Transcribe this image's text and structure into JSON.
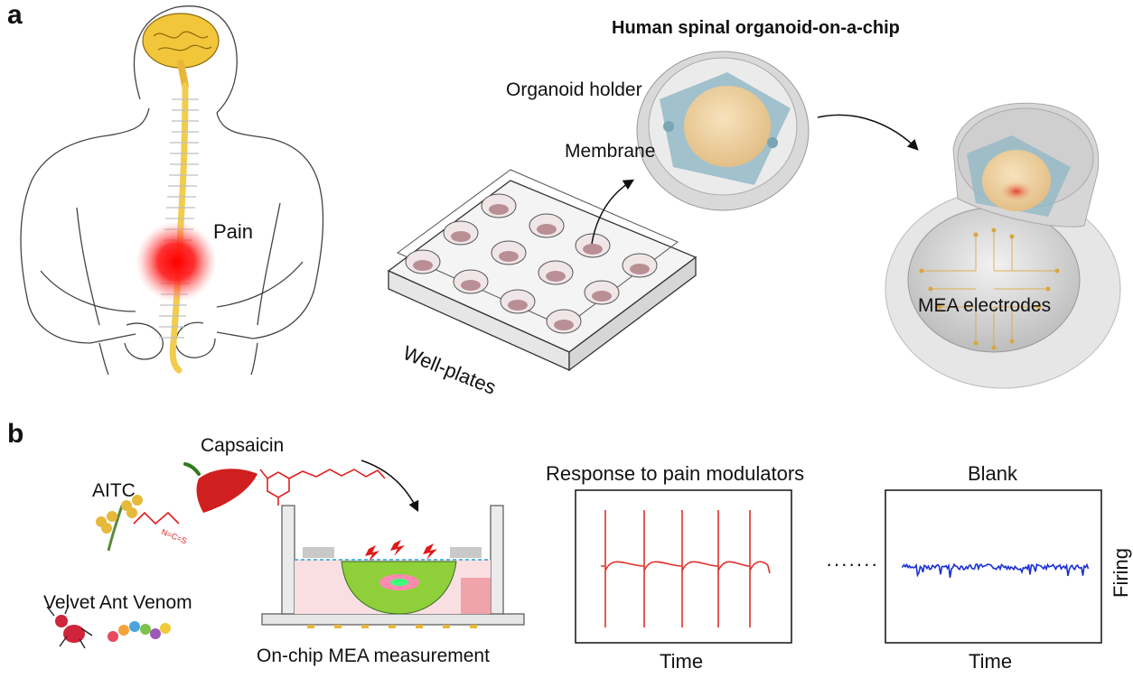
{
  "panel_a": {
    "letter": "a",
    "title": "Human spinal organoid-on-a-chip",
    "pain_label": "Pain",
    "organoid_holder_label": "Organoid holder",
    "membrane_label": "Membrane",
    "well_plates_label": "Well-plates",
    "mea_label": "MEA electrodes"
  },
  "panel_b": {
    "letter": "b",
    "capsaicin_label": "Capsaicin",
    "aitc_label": "AITC",
    "aitc_formula": "N=C=S",
    "venom_label": "Velvet Ant Venom",
    "measurement_label": "On-chip MEA measurement",
    "response_title": "Response to pain modulators",
    "response_xlabel": "Time",
    "blank_title": "Blank",
    "blank_xlabel": "Time",
    "firing_label": "Firing",
    "ellipsis": "·······"
  },
  "colors": {
    "spike_red": "#e0302a",
    "baseline_blue": "#1a2fd6",
    "spine_yellow": "#f2cc4d",
    "organoid_beige": "#f2d6a8",
    "membrane_blue": "#8fb7c4",
    "pain_red": "#ff1a1a",
    "cell_green": "#8fcf3a"
  }
}
